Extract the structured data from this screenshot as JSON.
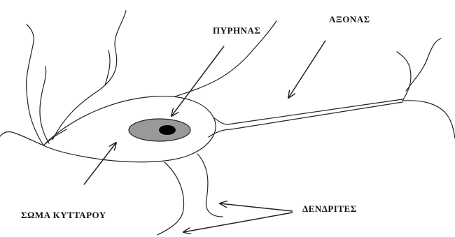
{
  "labels": {
    "nucleus": "ΠΥΡΗΝΑΣ",
    "axon": "ΑΞΟΝΑΣ",
    "soma": "ΣΩΜΑ ΚΥΤΤΑΡΟΥ",
    "dendrites": "ΔΕΝΔΡΙΤΕΣ"
  },
  "colors": {
    "line": "#222222",
    "nucleus_fill": "#999999",
    "nucleolus_fill": "#000000",
    "background": "#ffffff"
  }
}
